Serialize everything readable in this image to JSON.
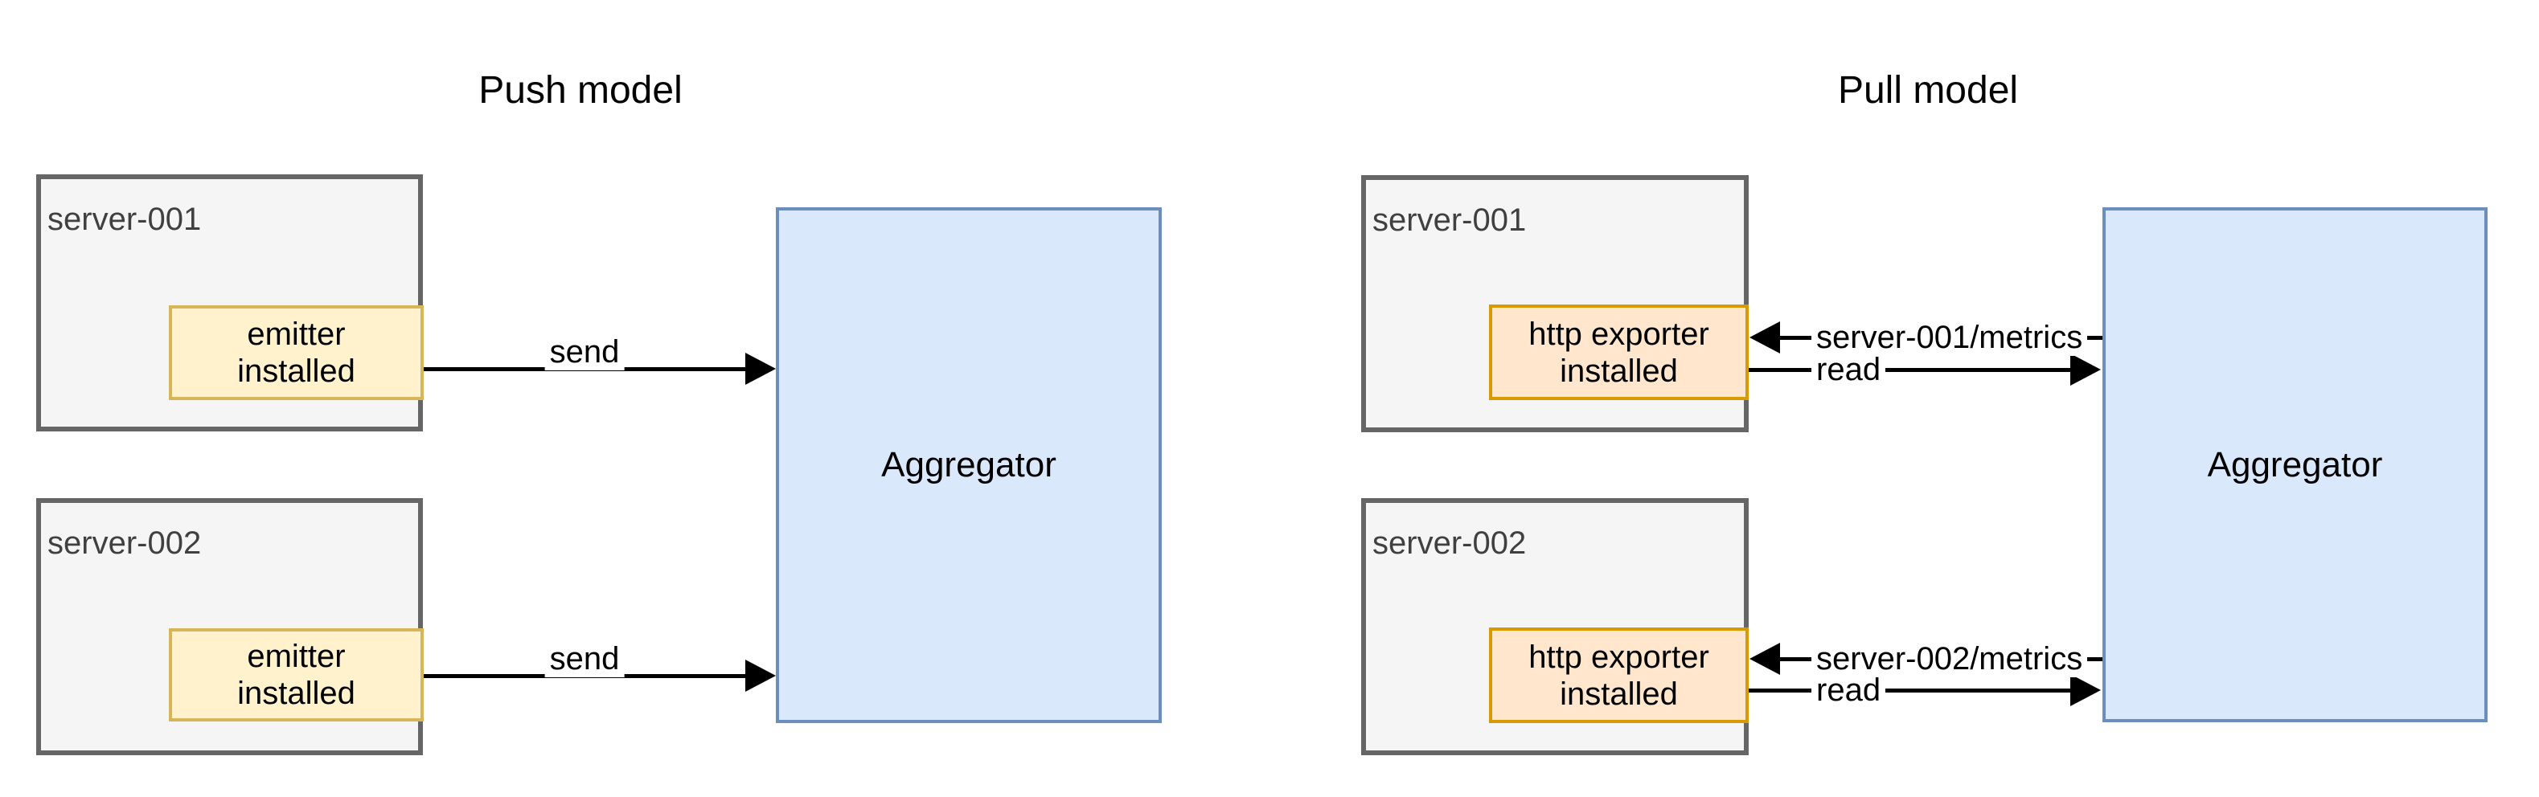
{
  "titles": {
    "push": "Push model",
    "pull": "Pull model"
  },
  "push": {
    "aggregator_label": "Aggregator",
    "servers": [
      {
        "name": "server-001",
        "component": "emitter\ninstalled",
        "arrow_label": "send"
      },
      {
        "name": "server-002",
        "component": "emitter\ninstalled",
        "arrow_label": "send"
      }
    ]
  },
  "pull": {
    "aggregator_label": "Aggregator",
    "servers": [
      {
        "name": "server-001",
        "component": "http exporter\ninstalled",
        "request_label": "server-001/metrics",
        "response_label": "read"
      },
      {
        "name": "server-002",
        "component": "http exporter\ninstalled",
        "request_label": "server-002/metrics",
        "response_label": "read"
      }
    ]
  },
  "colors": {
    "server_fill": "#f5f5f5",
    "server_border": "#666666",
    "emitter_fill": "#fff2cc",
    "emitter_border": "#d6b656",
    "exporter_fill": "#ffe6cc",
    "exporter_border": "#d79b00",
    "aggregator_fill": "#dae8fc",
    "aggregator_border": "#6c8ebf",
    "arrow_color": "#000000"
  }
}
